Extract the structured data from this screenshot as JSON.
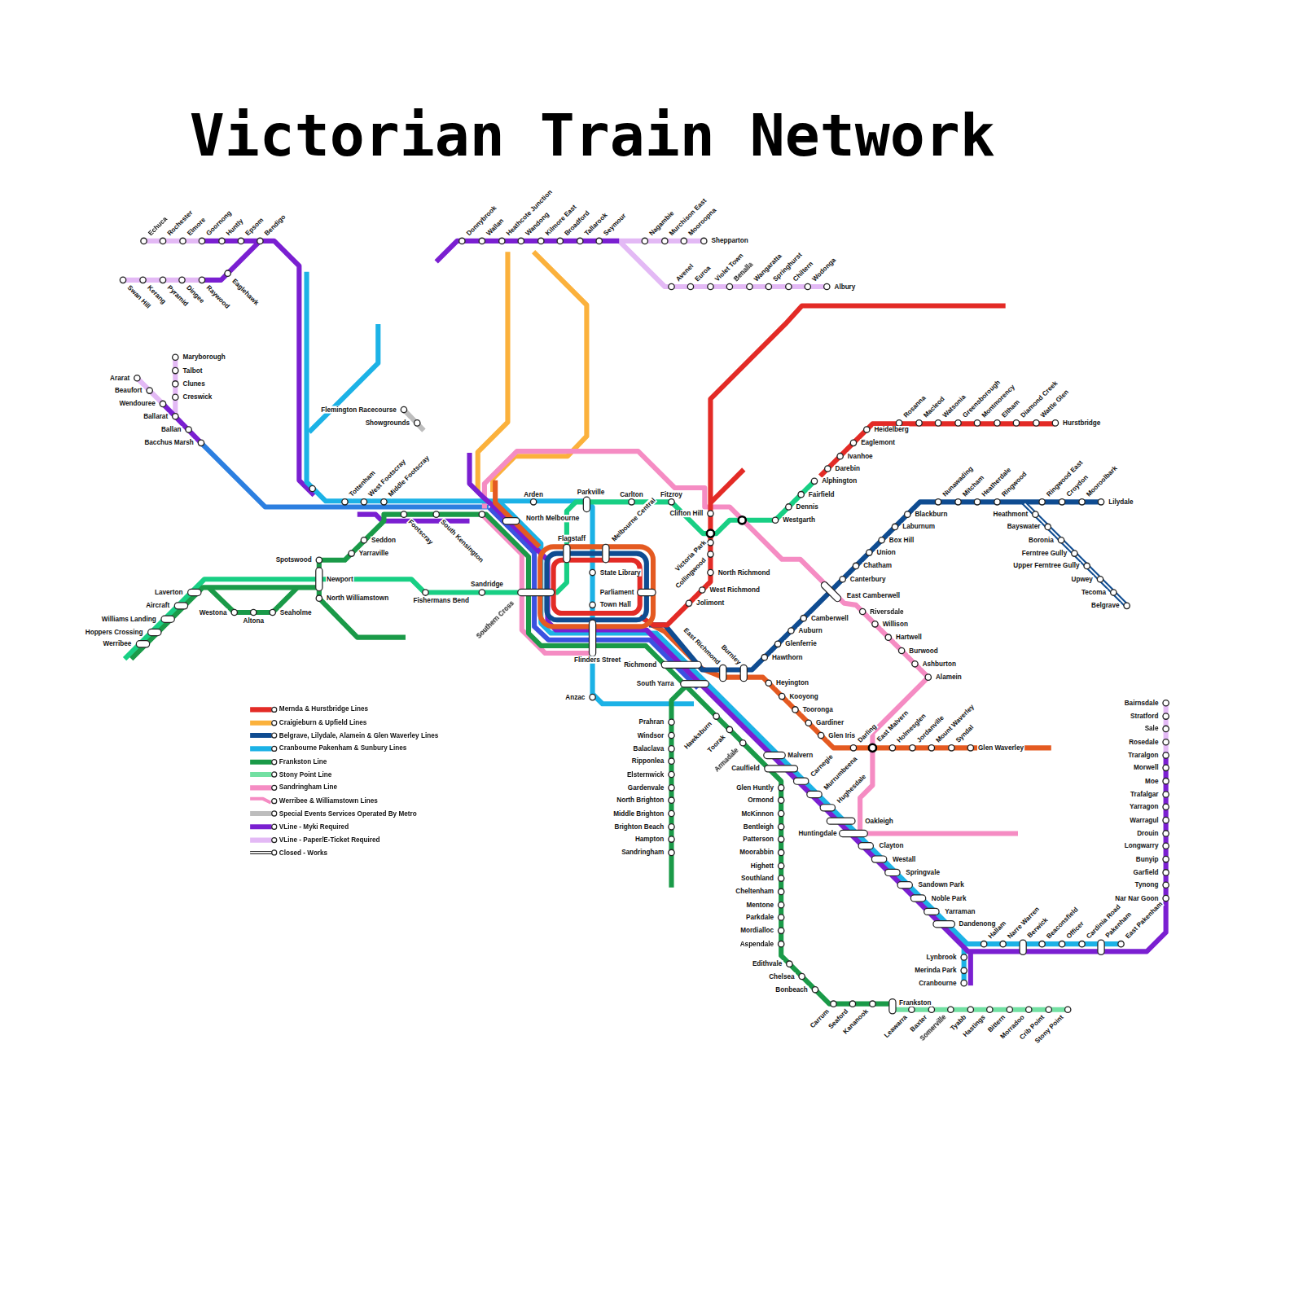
{
  "diagram": {
    "title": "Victorian Train Network",
    "labels": [
      "Echuca",
      "Rochester",
      "Elmore",
      "Goornong",
      "Huntly",
      "Epsom",
      "Bendigo",
      "Swan Hill",
      "Kerang",
      "Pyramid",
      "Dingee",
      "Raywood",
      "Eaglehawk",
      "Maryborough",
      "Talbot",
      "Clunes",
      "Creswick",
      "Ararat",
      "Beaufort",
      "Wendouree",
      "Ballarat",
      "Ballan",
      "Bacchus Marsh",
      "Flemington Racecourse",
      "Showgrounds",
      "Tottenham",
      "West Footscray",
      "Middle Footscray",
      "Footscray",
      "South Kensington",
      "Seddon",
      "Yarraville",
      "Spotswood",
      "Newport",
      "North Williamstown",
      "Laverton",
      "Aircraft",
      "Williams Landing",
      "Hoppers Crossing",
      "Werribee",
      "Westona",
      "Altona",
      "Seaholme",
      "Fishermans Bend",
      "Sandridge",
      "North Melbourne",
      "Arden",
      "Parkville",
      "Carlton",
      "Fitzroy",
      "Flagstaff",
      "Melbourne Central",
      "State Library",
      "Parliament",
      "Town Hall",
      "Southern Cross",
      "Flinders Street",
      "Anzac",
      "Clifton Hill",
      "Victoria Park",
      "Collingwood",
      "North Richmond",
      "West Richmond",
      "Jolimont",
      "Westgarth",
      "Dennis",
      "Fairfield",
      "Alphington",
      "Darebin",
      "Ivanhoe",
      "Eaglemont",
      "Heidelberg",
      "Rosanna",
      "Macleod",
      "Watsonia",
      "Greensborough",
      "Montmorency",
      "Eltham",
      "Diamond Creek",
      "Wattle Glen",
      "Hurstbridge",
      "Blackburn",
      "Nunawading",
      "Mitcham",
      "Heatherdale",
      "Ringwood",
      "Ringwood East",
      "Croydon",
      "Mooroolbark",
      "Lilydale",
      "Heathmont",
      "Bayswater",
      "Boronia",
      "Ferntree Gully",
      "Upper Ferntree Gully",
      "Upwey",
      "Tecoma",
      "Belgrave",
      "Laburnum",
      "Box Hill",
      "Union",
      "Chatham",
      "Canterbury",
      "East Camberwell",
      "Riversdale",
      "Camberwell",
      "Willison",
      "Auburn",
      "Hartwell",
      "Glenferrie",
      "Burwood",
      "Hawthorn",
      "Ashburton",
      "Alamein",
      "East Richmond",
      "Burnley",
      "Richmond",
      "South Yarra",
      "Heyington",
      "Kooyong",
      "Tooronga",
      "Gardiner",
      "Glen Iris",
      "Darling",
      "East Malvern",
      "Holmesglen",
      "Jordanville",
      "Mount Waverley",
      "Syndal",
      "Glen Waverley",
      "Prahran",
      "Windsor",
      "Balaclava",
      "Ripponlea",
      "Elsternwick",
      "Gardenvale",
      "North Brighton",
      "Middle Brighton",
      "Brighton Beach",
      "Hampton",
      "Sandringham",
      "Hawksburn",
      "Toorak",
      "Armadale",
      "Malvern",
      "Caulfield",
      "Glen Huntly",
      "Ormond",
      "McKinnon",
      "Bentleigh",
      "Patterson",
      "Moorabbin",
      "Highett",
      "Southland",
      "Cheltenham",
      "Mentone",
      "Parkdale",
      "Mordialloc",
      "Aspendale",
      "Edithvale",
      "Chelsea",
      "Bonbeach",
      "Carrum",
      "Seaford",
      "Kananook",
      "Frankston",
      "Leawarra",
      "Baxter",
      "Somerville",
      "Tyabb",
      "Hastings",
      "Bittern",
      "Morradoo",
      "Crib Point",
      "Stony Point",
      "Carnegie",
      "Murrumbeena",
      "Hughesdale",
      "Oakleigh",
      "Huntingdale",
      "Clayton",
      "Westall",
      "Springvale",
      "Sandown Park",
      "Noble Park",
      "Yarraman",
      "Dandenong",
      "Hallam",
      "Narre Warren",
      "Berwick",
      "Beaconsfield",
      "Officer",
      "Cardinia Road",
      "Pakenham",
      "East Pakenham",
      "Lynbrook",
      "Merinda Park",
      "Cranbourne",
      "Bairnsdale",
      "Stratford",
      "Sale",
      "Rosedale",
      "Traralgon",
      "Morwell",
      "Moe",
      "Trafalgar",
      "Yarragon",
      "Warragul",
      "Drouin",
      "Longwarry",
      "Bunyip",
      "Garfield",
      "Tynong",
      "Nar Nar Goon",
      "Donnybrook",
      "Wallan",
      "Heathcote Junction",
      "Wandong",
      "Kilmore East",
      "Broadford",
      "Tallarook",
      "Seymour",
      "Nagambie",
      "Murchison East",
      "Mooroopna",
      "Shepparton",
      "Avenel",
      "Euroa",
      "Violet Town",
      "Benalla",
      "Wangaratta",
      "Springhurst",
      "Chiltern",
      "Wodonga",
      "Albury"
    ],
    "legend": [
      {
        "text": "Mernda & Hurstbridge Lines",
        "color": "#e32b26"
      },
      {
        "text": "Craigieburn & Upfield Lines",
        "color": "#fbb13c"
      },
      {
        "text": "Belgrave, Lilydale, Alamein & Glen Waverley Lines",
        "color": "#0f4c91"
      },
      {
        "text": "Cranbourne Pakenham & Sunbury Lines",
        "color": "#1cb2e6"
      },
      {
        "text": "Frankston Line",
        "color": "#1a9a48"
      },
      {
        "text": "Stony Point Line",
        "color": "#72e0a2"
      },
      {
        "text": "Sandringham Line",
        "color": "#f58cc3"
      },
      {
        "text": "Werribee & Williamstown Lines"
      },
      {
        "text": "Special Events Services Operated By Metro",
        "color": "#bdbdbd"
      },
      {
        "text": "VLine - Myki Required",
        "color": "#7a1fd1"
      },
      {
        "text": "VLine - Paper/E-Ticket Required",
        "color": "#e3b9f5"
      },
      {
        "text": "Closed - Works"
      }
    ]
  }
}
